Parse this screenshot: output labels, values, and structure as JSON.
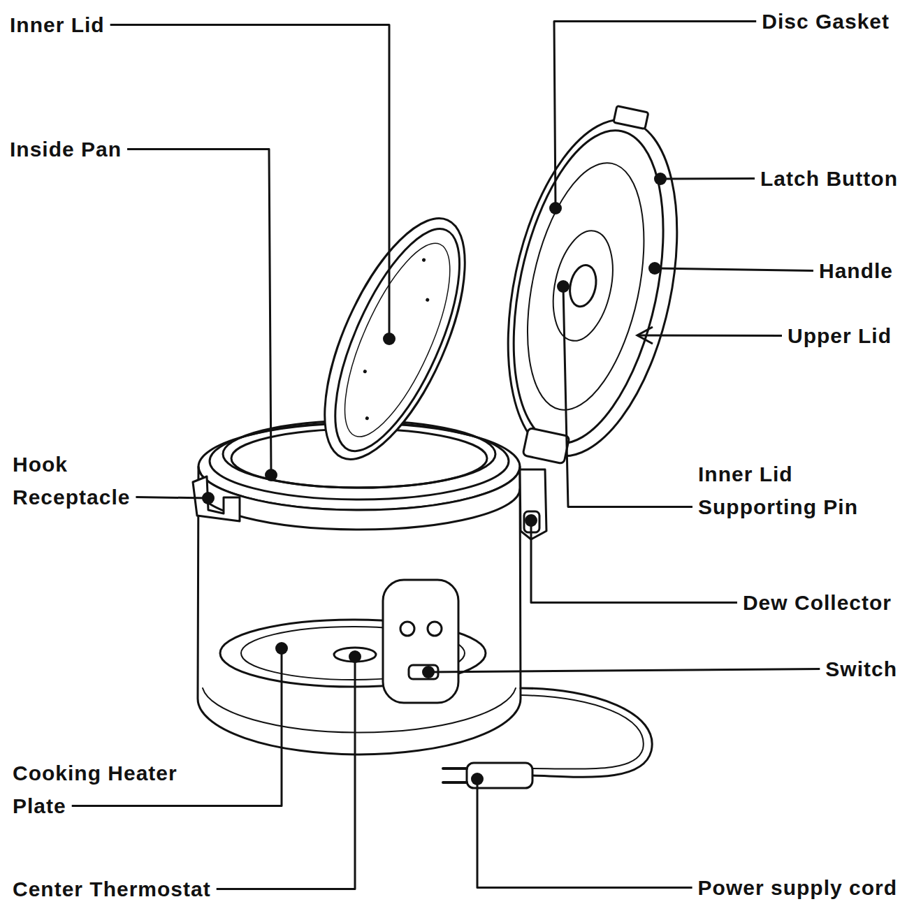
{
  "diagram": {
    "labels": [
      "Inner Lid",
      "Inside Pan",
      "Hook Receptacle",
      "Cooking Heater Plate",
      "Center Thermostat",
      "Disc Gasket",
      "Latch Button",
      "Handle",
      "Upper Lid",
      "Inner Lid Supporting Pin",
      "Dew Collector",
      "Switch",
      "Power supply cord"
    ]
  }
}
